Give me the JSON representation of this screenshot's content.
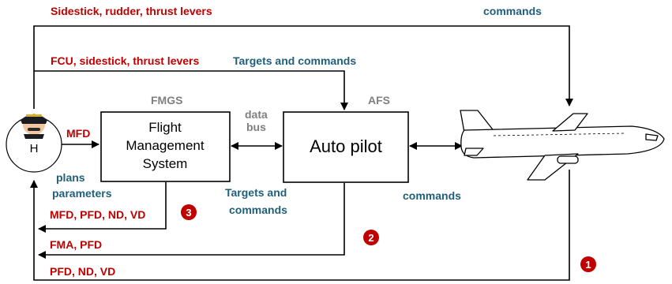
{
  "labels": {
    "sidestick_rudder": "Sidestick, rudder, thrust levers",
    "commands_top": "commands",
    "fcu_sidestick": "FCU, sidestick, thrust levers",
    "targets_commands_top": "Targets and commands",
    "fmgs": "FMGS",
    "data": "data",
    "bus": "bus",
    "afs": "AFS",
    "mfd": "MFD",
    "plans": "plans",
    "parameters": "parameters",
    "targets_and": "Targets and",
    "commands_mid": "commands",
    "commands_right": "commands",
    "mfd_pfd_nd_vd": "MFD, PFD, ND, VD",
    "fma_pfd": "FMA, PFD",
    "pfd_nd_vd": "PFD, ND, VD"
  },
  "boxes": {
    "fms_line1": "Flight",
    "fms_line2": "Management",
    "fms_line3": "System",
    "autopilot": "Auto pilot"
  },
  "human": {
    "label": "H"
  },
  "badges": {
    "one": "1",
    "two": "2",
    "three": "3"
  },
  "colors": {
    "red": "#c00000",
    "teal": "#1f5f7a",
    "grey": "#7f7f7f",
    "badge": "#c00000"
  }
}
